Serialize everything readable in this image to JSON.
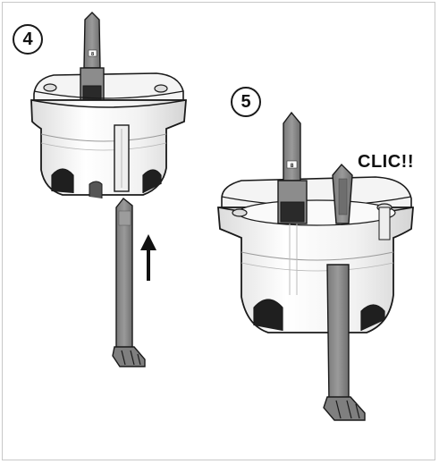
{
  "steps": {
    "step_4": {
      "number": "4"
    },
    "step_5": {
      "number": "5",
      "annotation": "CLIC!!"
    }
  },
  "labels": {
    "tab_number": "8"
  },
  "colors": {
    "box_outline": "#1a1a1a",
    "box_fill": "#ffffff",
    "box_shade": "#e6e6e6",
    "tab_fill": "#8c8c8c",
    "tab_dark": "#5a5a5a",
    "arrow": "#111111"
  },
  "icons": {
    "direction_arrow": "arrow-up-icon"
  }
}
